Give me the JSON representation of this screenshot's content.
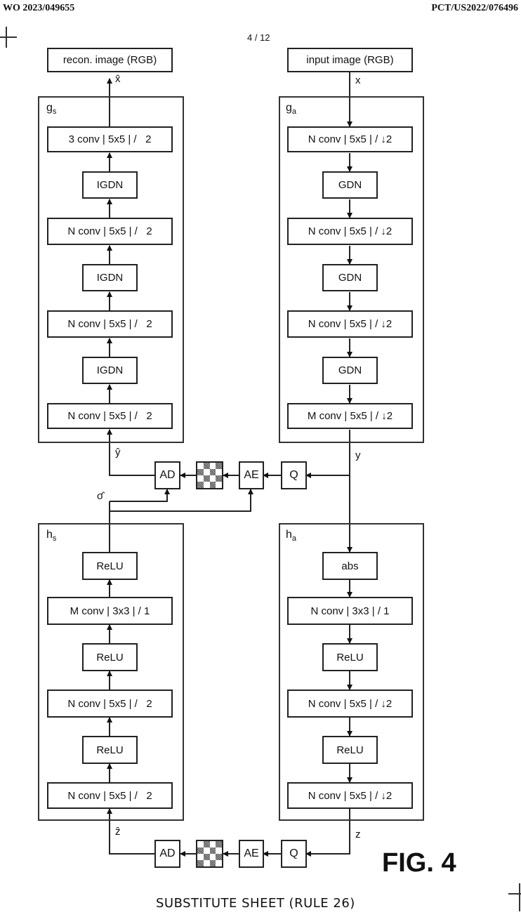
{
  "header": {
    "pub_number": "WO 2023/049655",
    "app_number": "PCT/US2022/076496",
    "sheet": "4 / 12"
  },
  "io": {
    "recon_image": "recon. image (RGB)",
    "input_image": "input image (RGB)"
  },
  "variables": {
    "x_hat": "x̂",
    "x": "x",
    "y_hat": "ŷ",
    "y": "y",
    "sigma_hat": "σ̂",
    "z_hat": "ẑ",
    "z": "z"
  },
  "g_s": {
    "label": "g",
    "sub": "s",
    "blocks": [
      "3 conv | 5x5 | /   2",
      "IGDN",
      "N conv | 5x5 | /   2",
      "IGDN",
      "N conv | 5x5 | /   2",
      "IGDN",
      "N conv | 5x5 | /   2"
    ]
  },
  "g_a": {
    "label": "g",
    "sub": "a",
    "blocks": [
      "N conv | 5x5 | / ↓2",
      "GDN",
      "N conv | 5x5 | / ↓2",
      "GDN",
      "N conv | 5x5 | / ↓2",
      "GDN",
      "M conv | 5x5 | / ↓2"
    ]
  },
  "h_s": {
    "label": "h",
    "sub": "s",
    "blocks": [
      "ReLU",
      "M conv | 3x3 | / 1",
      "ReLU",
      "N conv | 5x5 | /   2",
      "ReLU",
      "N conv | 5x5 | /   2"
    ]
  },
  "h_a": {
    "label": "h",
    "sub": "a",
    "blocks": [
      "abs",
      "N conv | 3x3 | / 1",
      "ReLU",
      "N conv | 5x5 | / ↓2",
      "ReLU",
      "N conv | 5x5 | / ↓2"
    ]
  },
  "entropy_top": {
    "ad": "AD",
    "ae": "AE",
    "q": "Q",
    "bitstream_icon": "checkerboard-bitstream"
  },
  "entropy_bottom": {
    "ad": "AD",
    "ae": "AE",
    "q": "Q",
    "bitstream_icon": "checkerboard-bitstream"
  },
  "figure_label": "FIG. 4",
  "footer": "SUBSTITUTE SHEET (RULE 26)"
}
